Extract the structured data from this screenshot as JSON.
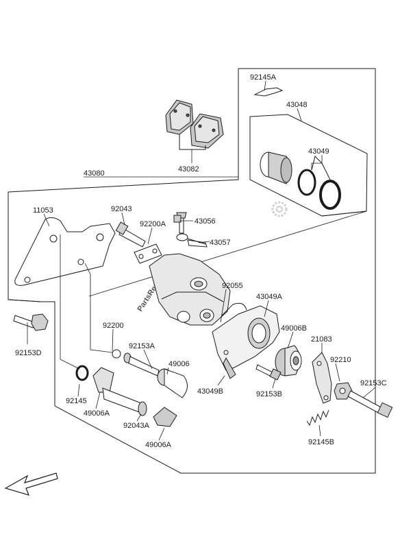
{
  "diagram": {
    "parts": {
      "p92145A": "92145A",
      "p43048": "43048",
      "p43049": "43049",
      "p43080": "43080",
      "p43082": "43082",
      "p11053": "11053",
      "p92043": "92043",
      "p92200A": "92200A",
      "p43056": "43056",
      "p43057": "43057",
      "p92055": "92055",
      "p43049A": "43049A",
      "p49006B": "49006B",
      "p21083": "21083",
      "p92210": "92210",
      "p92153C": "92153C",
      "p92153D": "92153D",
      "p92200": "92200",
      "p92153A": "92153A",
      "p49006": "49006",
      "p92145": "92145",
      "p49006A": "49006A",
      "p92043A": "92043A",
      "p43049B": "43049B",
      "p92153B": "92153B",
      "p92145B": "92145B"
    },
    "watermark": "PartsRepublik",
    "colors": {
      "line": "#1a1a1a",
      "part_fill": "#ffffff",
      "part_shade": "#bfbfbf",
      "watermark": "#d9d9d9"
    },
    "icons": [
      "front-direction-arrow",
      "gear-logo-icon"
    ]
  }
}
